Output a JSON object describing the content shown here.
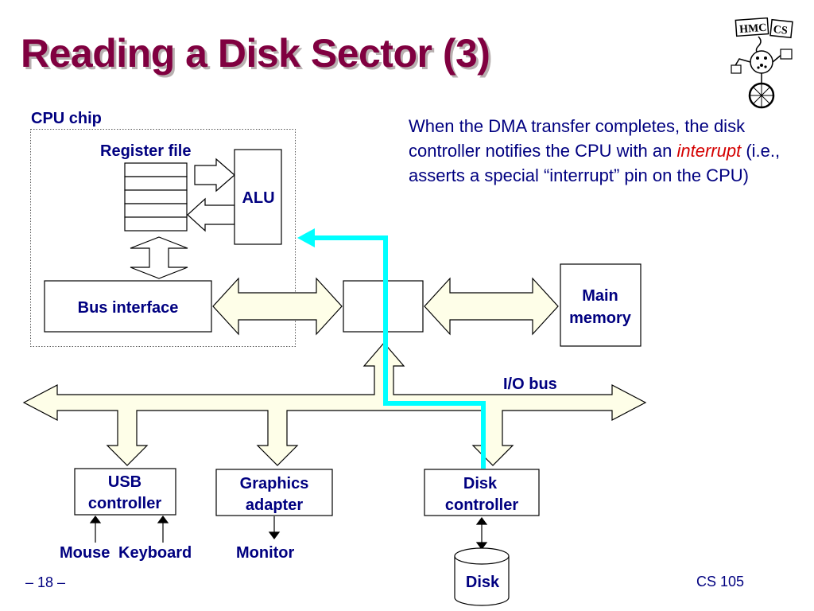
{
  "slide": {
    "title": "Reading a Disk Sector (3)",
    "page_number": "– 18 –",
    "course": "CS 105"
  },
  "logo": {
    "text_left": "HMC",
    "text_right": "CS"
  },
  "caption": {
    "part1": "When the DMA transfer completes, the disk controller notifies the CPU with an ",
    "emphasis": "interrupt",
    "part2": " (i.e., asserts a special “interrupt” pin on the CPU)"
  },
  "diagram": {
    "cpu_chip_label": "CPU chip",
    "register_file_label": "Register file",
    "alu_label": "ALU",
    "bus_interface_label": "Bus interface",
    "main_memory_line1": "Main",
    "main_memory_line2": "memory",
    "io_bus_label": "I/O bus",
    "usb_line1": "USB",
    "usb_line2": "controller",
    "graphics_line1": "Graphics",
    "graphics_line2": "adapter",
    "disk_ctrl_line1": "Disk",
    "disk_ctrl_line2": "controller",
    "mouse_label": "Mouse",
    "keyboard_label": "Keyboard",
    "monitor_label": "Monitor",
    "disk_label": "Disk"
  },
  "colors": {
    "title": "#800040",
    "text": "#000080",
    "emphasis": "#d40000",
    "bus_fill": "#fefee8",
    "interrupt_path": "#00ffff"
  }
}
